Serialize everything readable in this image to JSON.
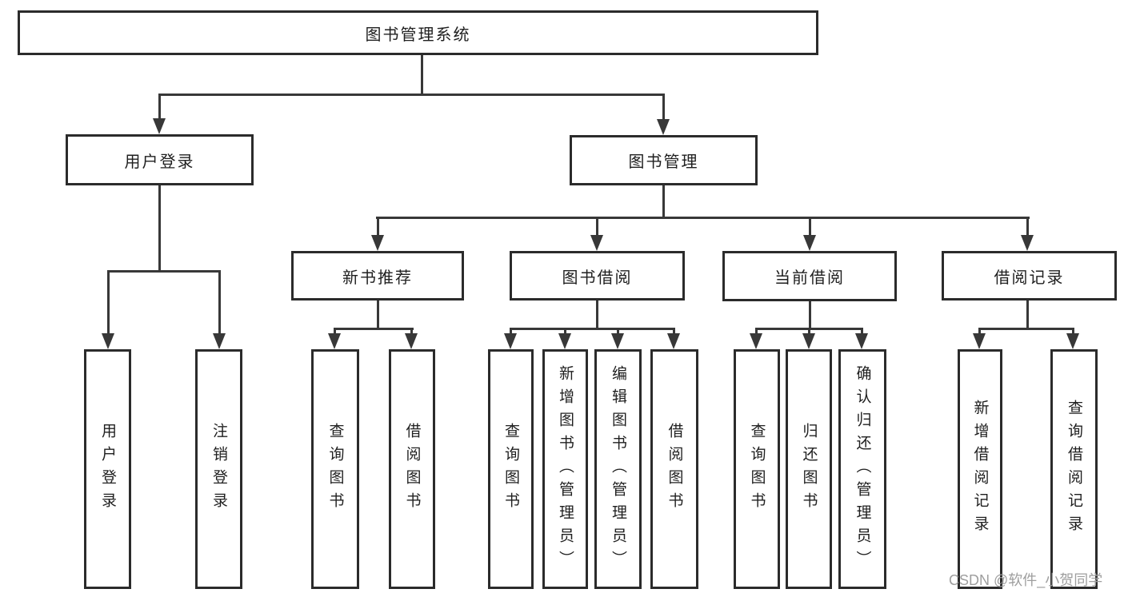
{
  "diagram": {
    "type": "tree",
    "root": {
      "label": "图书管理系统"
    },
    "branches": [
      {
        "label": "用户登录",
        "children": [
          {
            "label": "用户登录"
          },
          {
            "label": "注销登录"
          }
        ]
      },
      {
        "label": "图书管理",
        "children": [
          {
            "label": "新书推荐",
            "children": [
              {
                "label": "查询图书"
              },
              {
                "label": "借阅图书"
              }
            ]
          },
          {
            "label": "图书借阅",
            "children": [
              {
                "label": "查询图书"
              },
              {
                "label": "新增图书（管理员）"
              },
              {
                "label": "编辑图书（管理员）"
              },
              {
                "label": "借阅图书"
              }
            ]
          },
          {
            "label": "当前借阅",
            "children": [
              {
                "label": "查询图书"
              },
              {
                "label": "归还图书"
              },
              {
                "label": "确认归还（管理员）"
              }
            ]
          },
          {
            "label": "借阅记录",
            "children": [
              {
                "label": "新增借阅记录"
              },
              {
                "label": "查询借阅记录"
              }
            ]
          }
        ]
      }
    ],
    "watermark": "CSDN @软件_小贺同学",
    "colors": {
      "background": "#ffffff",
      "box_border": "#2b2b2b",
      "line": "#383838",
      "text": "#1f1f1f",
      "watermark": "#9e9e9e"
    }
  }
}
